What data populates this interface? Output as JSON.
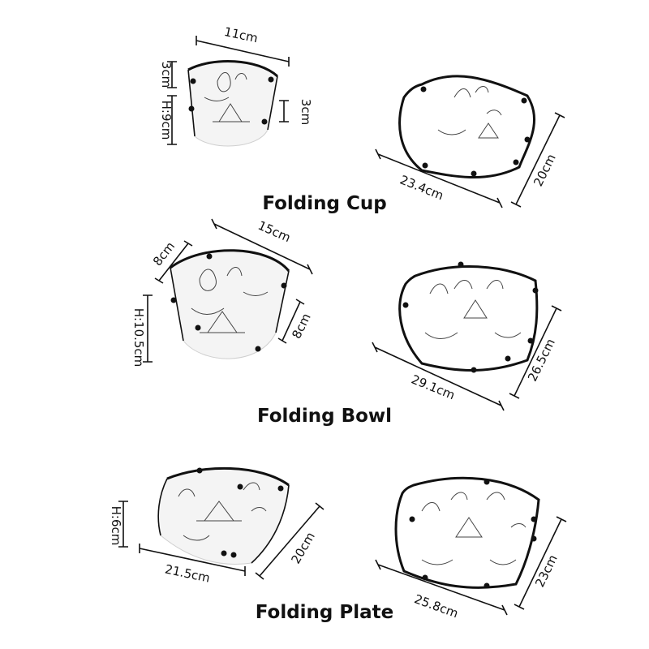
{
  "rows": [
    {
      "title": "Folding Cup",
      "folded_dims": {
        "top_width": "11cm",
        "side_height_a": "3cm",
        "height": "H:9cm",
        "side_height_b": "3cm"
      },
      "flat_dims": {
        "width": "23.4cm",
        "depth": "20cm"
      }
    },
    {
      "title": "Folding Bowl",
      "folded_dims": {
        "top_width": "15cm",
        "side_height_a": "8cm",
        "height": "H:10.5cm",
        "side_height_b": "8cm"
      },
      "flat_dims": {
        "width": "29.1cm",
        "depth": "26.5cm"
      }
    },
    {
      "title": "Folding Plate",
      "folded_dims": {
        "height": "H:6cm",
        "width": "21.5cm",
        "depth": "20cm"
      },
      "flat_dims": {
        "width": "25.8cm",
        "depth": "23cm"
      }
    }
  ]
}
